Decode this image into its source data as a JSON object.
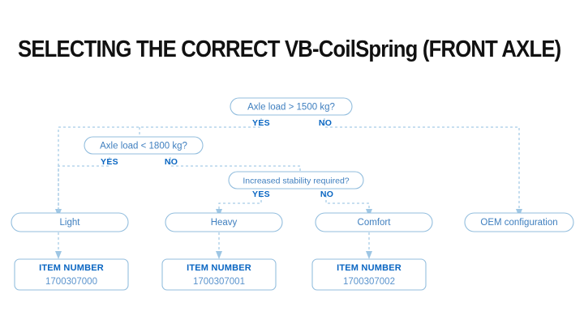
{
  "title": "SELECTING THE CORRECT VB-CoilSpring (FRONT AXLE)",
  "colors": {
    "title": "#111111",
    "box_border": "#93bede",
    "node_text": "#3f7fbf",
    "branch_label": "#0a66c2",
    "connector": "#a8cce6",
    "background": "#ffffff"
  },
  "decisions": [
    {
      "id": "axle-load-1500",
      "question": "Axle load > 1500 kg?",
      "yes_label": "YES",
      "no_label": "NO"
    },
    {
      "id": "axle-load-1800",
      "question": "Axle load < 1800 kg?",
      "yes_label": "YES",
      "no_label": "NO"
    },
    {
      "id": "increased-stability",
      "question": "Increased stability required?",
      "yes_label": "YES",
      "no_label": "NO"
    }
  ],
  "results": [
    {
      "id": "light",
      "label": "Light"
    },
    {
      "id": "heavy",
      "label": "Heavy"
    },
    {
      "id": "comfort",
      "label": "Comfort"
    },
    {
      "id": "oem",
      "label": "OEM configuration"
    }
  ],
  "item_numbers": [
    {
      "id": "item-light",
      "heading": "ITEM NUMBER",
      "value": "1700307000"
    },
    {
      "id": "item-heavy",
      "heading": "ITEM NUMBER",
      "value": "1700307001"
    },
    {
      "id": "item-comfort",
      "heading": "ITEM NUMBER",
      "value": "1700307002"
    }
  ]
}
